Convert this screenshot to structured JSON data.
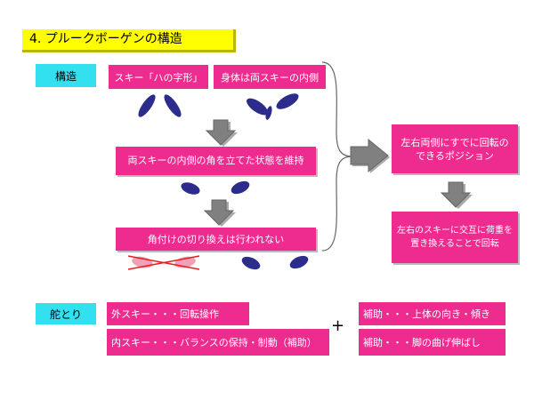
{
  "title": "4. プルークボーゲンの構造",
  "structure": {
    "label": "構造",
    "box_ha": "スキー「ハの字形」",
    "box_body": "身体は両スキーの内側",
    "box_edge": "両スキーの内側の角を立てた状態を維持",
    "box_switch": "角付けの切り換えは行われない",
    "box_position": "左右両側にすでに回転のできるポジション",
    "box_weight": "左右のスキーに交互に荷重を置き換えることで回転"
  },
  "steering": {
    "label": "舵とり",
    "outer": "外スキー・・・回転操作",
    "inner": "内スキー・・・バランスの保持・制動（補助）",
    "plus": "+",
    "aid1": "補助・・・上体の向き・傾き",
    "aid2": "補助・・・脚の曲げ伸ばし"
  },
  "colors": {
    "accent_pink": "#ee2b8e",
    "accent_cyan": "#33e0f0",
    "title_yellow": "#ffff00",
    "ski_blue": "#2c2c8c",
    "arrow_gray": "#808080"
  }
}
